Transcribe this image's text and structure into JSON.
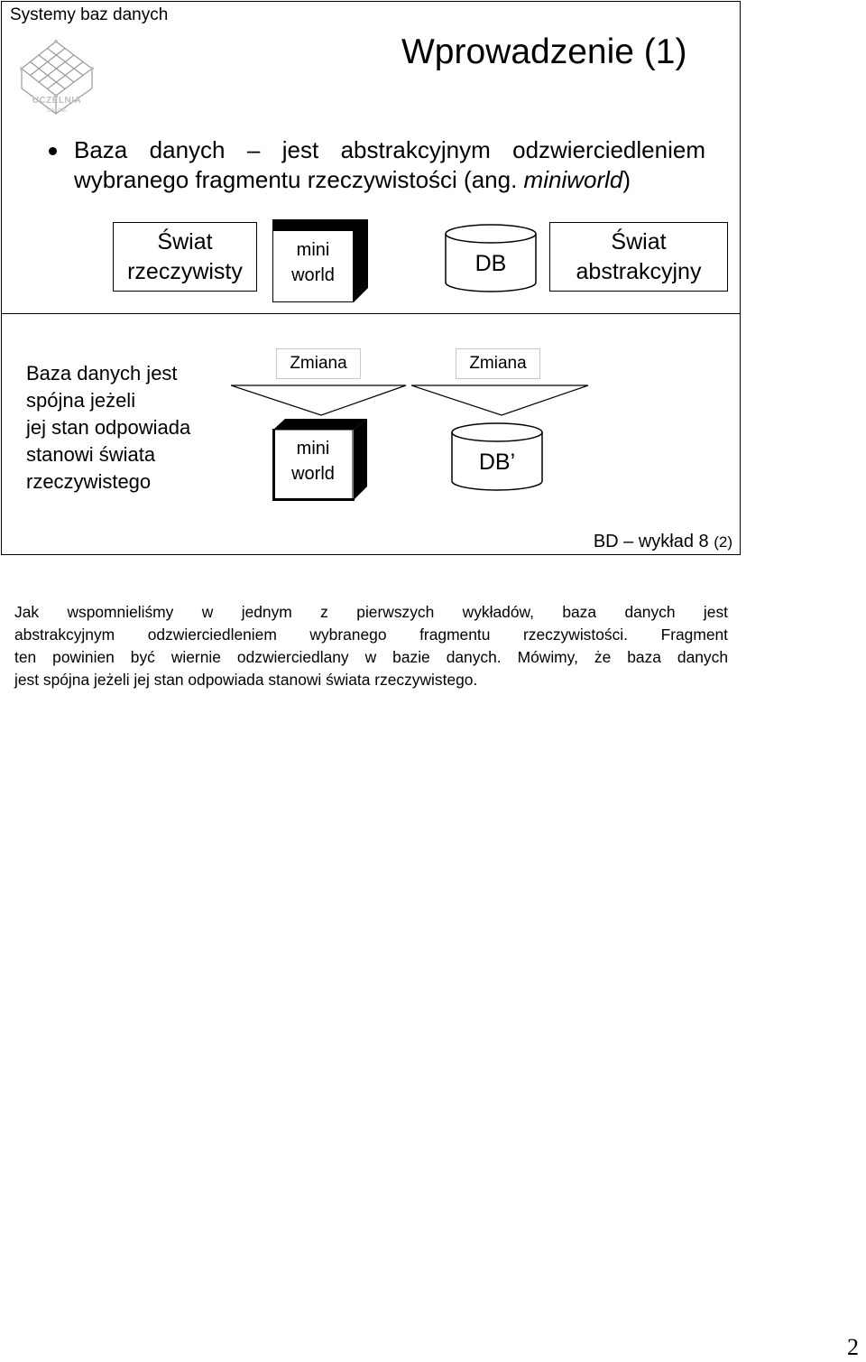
{
  "header": {
    "course": "Systemy baz danych",
    "logo_text": "UCZELNIA",
    "logo_subtext": "ONLINE",
    "title": "Wprowadzenie (1)"
  },
  "bullet": {
    "line1": "Baza danych – jest abstrakcyjnym odzwierciedleniem",
    "line2_prefix": "wybranego fragmentu rzeczywistości (ang. ",
    "line2_italic": "miniworld",
    "line2_suffix": ")"
  },
  "diagram_top": {
    "real_world": [
      "Świat",
      "rzeczywisty"
    ],
    "mini_world": [
      "mini",
      "world"
    ],
    "db": "DB",
    "abstract_world": [
      "Świat",
      "abstrakcyjny"
    ]
  },
  "diagram_bottom": {
    "consistency_text": [
      "Baza danych jest",
      "spójna jeżeli",
      "jej stan odpowiada",
      "stanowi świata",
      "rzeczywistego"
    ],
    "change_left": "Zmiana",
    "change_right": "Zmiana",
    "mini_world": [
      "mini",
      "world"
    ],
    "db_changed": "DB’"
  },
  "footer": {
    "lecture": "BD – wykład 8",
    "slide_no": "(2)"
  },
  "notes": {
    "lines": [
      "Jak wspomnieliśmy w jednym z pierwszych wykładów, baza danych jest",
      "abstrakcyjnym odzwierciedleniem wybranego fragmentu rzeczywistości. Fragment",
      "ten powinien być wiernie odzwierciedlany w bazie danych. Mówimy, że baza danych",
      "jest spójna jeżeli jej stan odpowiada stanowi świata rzeczywistego."
    ]
  },
  "page_number": "2",
  "colors": {
    "cube_dark": "#000000",
    "logo_grey": "#bdbdbd"
  }
}
